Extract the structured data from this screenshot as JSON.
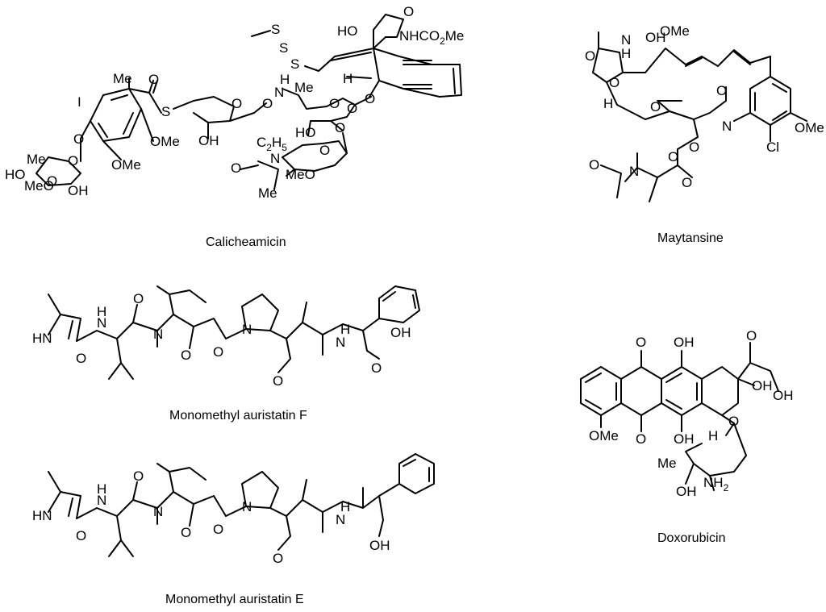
{
  "molecules": [
    {
      "name": "Calicheamicin",
      "labels": [
        "HO",
        "NHCO2Me",
        "O",
        "S",
        "S",
        "S",
        "Me",
        "I",
        "O",
        "S",
        "O",
        "O",
        "O",
        "N",
        "H",
        "Me",
        "O",
        "O",
        "H",
        "HO",
        "OH",
        "OMe",
        "OMe",
        "O",
        "C2H5",
        "N",
        "O",
        "O",
        "Me",
        "MeO",
        "O",
        "O",
        "Me",
        "HO",
        "MeO",
        "O",
        "OH"
      ]
    },
    {
      "name": "Maytansine",
      "labels": [
        "O",
        "N",
        "H",
        "OH",
        "OMe",
        "O",
        "O",
        "H",
        "O",
        "O",
        "N",
        "OMe",
        "Cl",
        "O",
        "N",
        "O",
        "O"
      ]
    },
    {
      "name": "Monomethyl auristatin F",
      "labels": [
        "HN",
        "N",
        "H",
        "O",
        "N",
        "O",
        "O",
        "N",
        "O",
        "O",
        "N",
        "H",
        "OH",
        "O"
      ]
    },
    {
      "name": "Monomethyl auristatin E",
      "labels": [
        "HN",
        "N",
        "H",
        "O",
        "N",
        "O",
        "O",
        "N",
        "O",
        "O",
        "N",
        "H",
        "OH"
      ]
    },
    {
      "name": "Doxorubicin",
      "labels": [
        "O",
        "OH",
        "O",
        "OH",
        "OH",
        "OMe",
        "O",
        "OH",
        "O",
        "H",
        "Me",
        "OH",
        "NH2"
      ]
    }
  ]
}
